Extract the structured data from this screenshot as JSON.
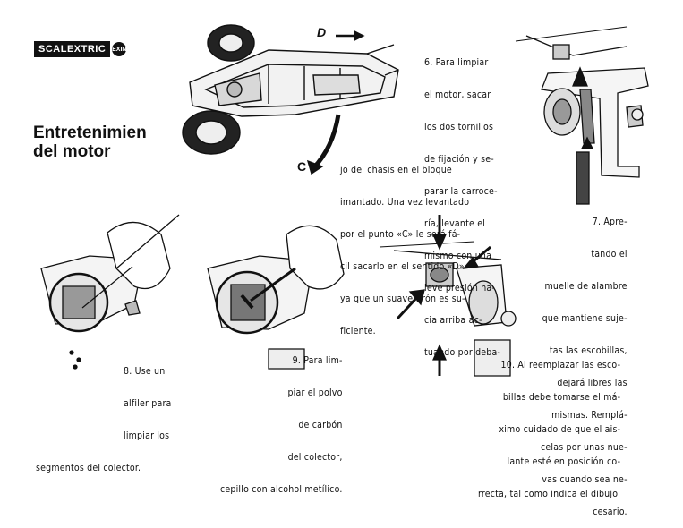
{
  "logo": {
    "brand": "SCALEXTRIC",
    "badge": "EXIN"
  },
  "title": {
    "line1": "Entretenimien",
    "line2": "del motor"
  },
  "figure_labels": {
    "d": "D",
    "c": "C"
  },
  "step6": {
    "lines": [
      "6. Para limpiar",
      "el motor, sacar",
      "los dos tornillos",
      "de fijación y se-",
      "parar la carroce-",
      "ría, levante el",
      "mismo con una",
      "leve presión ha-",
      "cia arriba ac-",
      "tuando por deba-",
      "jo del chasis en el bloque",
      "imantado. Una vez levantado",
      "por el punto «C» le será fá-",
      "cil sacarlo en el sentido «D»",
      "ya que un suave tirón es su-",
      "ficiente."
    ]
  },
  "step7": {
    "lines": [
      "7. Apre-",
      "tando el",
      "muelle de alambre",
      "que mantiene suje-",
      "tas las escobillas,",
      "dejará libres las",
      "mismas. Remplá-",
      "celas por unas nue-",
      "vas cuando sea ne-",
      "cesario."
    ]
  },
  "step8": {
    "lines": [
      "8. Use un",
      "alfiler para",
      "limpiar los",
      "segmentos del colector."
    ]
  },
  "step9": {
    "lines": [
      "9. Para lim-",
      "piar el polvo",
      "de carbón",
      "del colector,",
      "cepillo con alcohol metílico."
    ]
  },
  "step10": {
    "lines": [
      "10. Al reemplazar las esco-",
      "billas debe tomarse el má-",
      "ximo cuidado de que el ais-",
      "lante esté en posición co-",
      "rrecta, tal como indica el dibujo."
    ]
  }
}
